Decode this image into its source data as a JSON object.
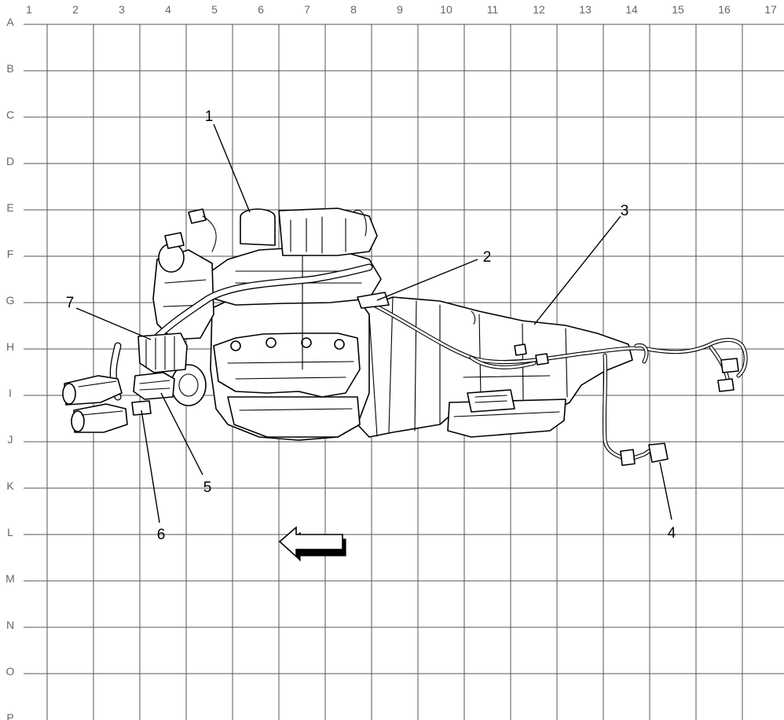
{
  "grid": {
    "columns": [
      "1",
      "2",
      "3",
      "4",
      "5",
      "6",
      "7",
      "8",
      "9",
      "10",
      "11",
      "12",
      "13",
      "14",
      "15",
      "16",
      "17"
    ],
    "rows": [
      "A",
      "B",
      "C",
      "D",
      "E",
      "F",
      "G",
      "H",
      "I",
      "J",
      "K",
      "L",
      "M",
      "N",
      "O",
      "P"
    ]
  },
  "callouts": [
    {
      "id": "1",
      "label": "1"
    },
    {
      "id": "2",
      "label": "2"
    },
    {
      "id": "3",
      "label": "3"
    },
    {
      "id": "4",
      "label": "4"
    },
    {
      "id": "5",
      "label": "5"
    },
    {
      "id": "6",
      "label": "6"
    },
    {
      "id": "7",
      "label": "7"
    }
  ],
  "icons": {
    "direction_arrow": "left-arrow-icon"
  },
  "colors": {
    "grid_line": "#555555",
    "grid_text": "#666666",
    "line_art": "#000000",
    "background": "#ffffff"
  }
}
